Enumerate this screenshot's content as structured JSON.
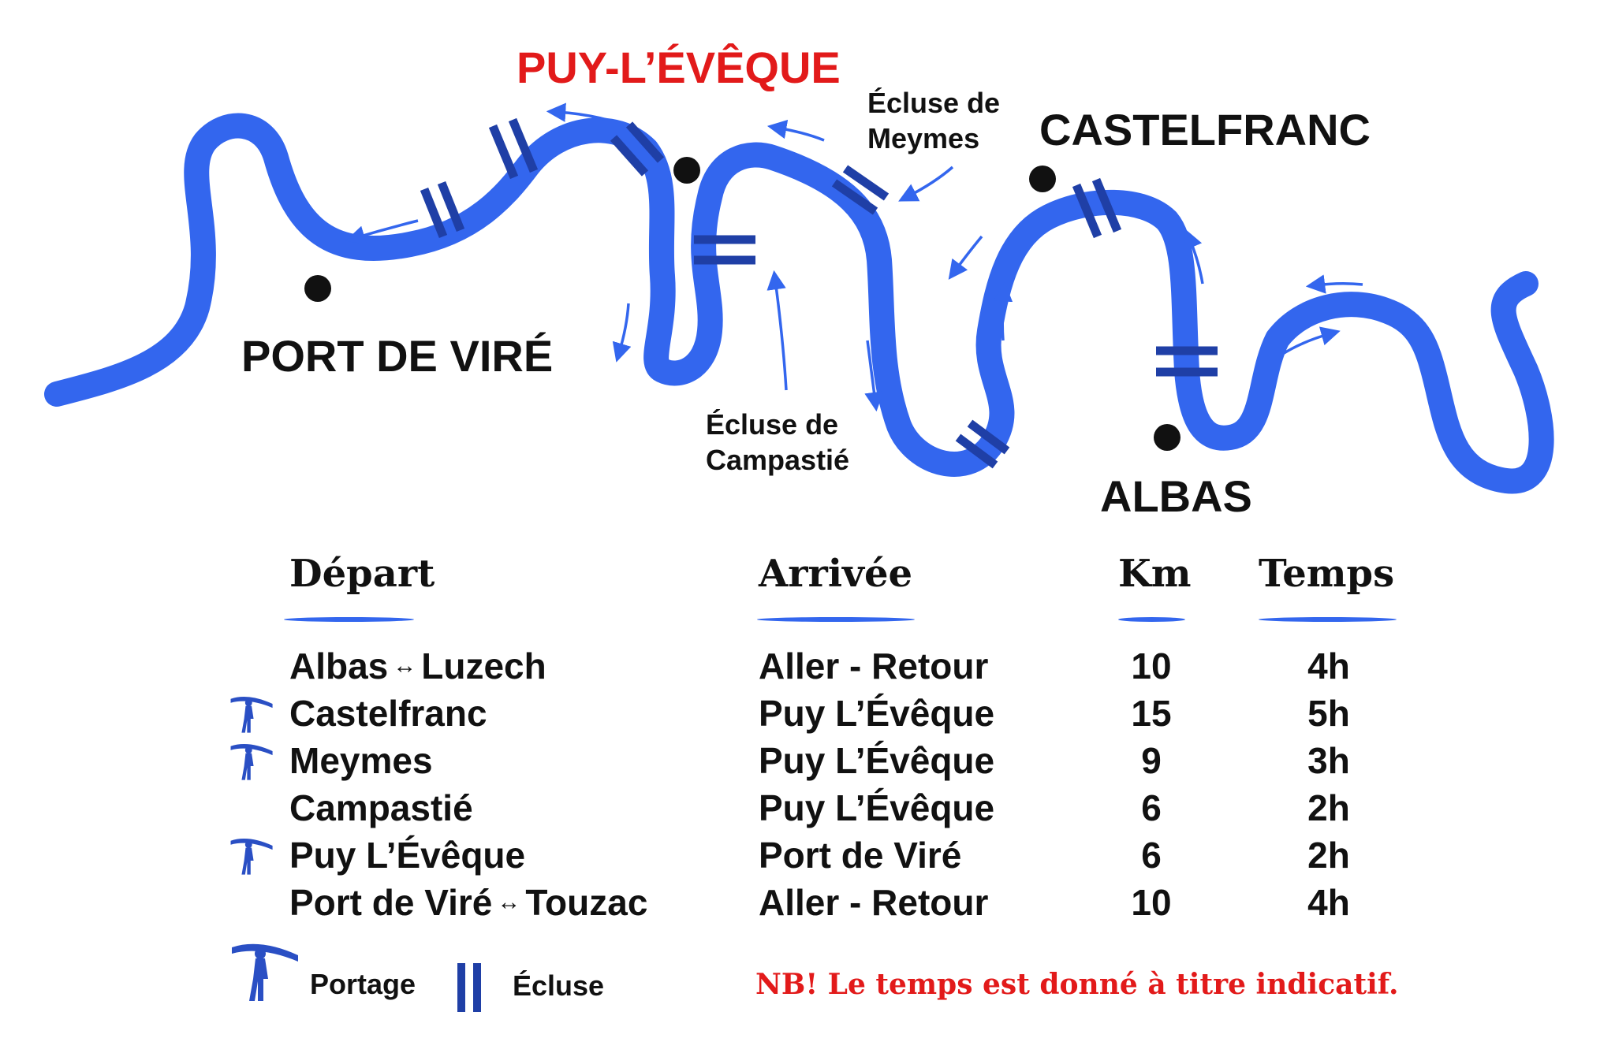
{
  "colors": {
    "river": "#3366ee",
    "lock": "#1f3fa6",
    "town_dot": "#111111",
    "accent_red": "#e21a1a",
    "portage": "#2a4fc4"
  },
  "places": {
    "puy_leveque": "PUY-L’ÉVÊQUE",
    "ecluse_meymes": "Écluse de\nMeymes",
    "castelfranc": "CASTELFRANC",
    "port_de_vire": "PORT DE VIRÉ",
    "ecluse_campastie": "Écluse de\nCampastié",
    "albas": "ALBAS"
  },
  "table": {
    "headers": {
      "depart": "Départ",
      "arrivee": "Arrivée",
      "km": "Km",
      "temps": "Temps"
    },
    "rows": [
      {
        "depart_a": "Albas",
        "depart_b": "Luzech",
        "two_way": true,
        "portage": false,
        "arrivee": "Aller - Retour",
        "km": "10",
        "temps": "4h"
      },
      {
        "depart_a": "Castelfranc",
        "depart_b": "",
        "two_way": false,
        "portage": true,
        "arrivee": "Puy L’Évêque",
        "km": "15",
        "temps": "5h"
      },
      {
        "depart_a": "Meymes",
        "depart_b": "",
        "two_way": false,
        "portage": true,
        "arrivee": "Puy L’Évêque",
        "km": "9",
        "temps": "3h"
      },
      {
        "depart_a": "Campastié",
        "depart_b": "",
        "two_way": false,
        "portage": false,
        "arrivee": "Puy L’Évêque",
        "km": "6",
        "temps": "2h"
      },
      {
        "depart_a": "Puy L’Évêque",
        "depart_b": "",
        "two_way": false,
        "portage": true,
        "arrivee": "Port de Viré",
        "km": "6",
        "temps": "2h"
      },
      {
        "depart_a": "Port de Viré",
        "depart_b": "Touzac",
        "two_way": true,
        "portage": false,
        "arrivee": "Aller - Retour",
        "km": "10",
        "temps": "4h"
      }
    ]
  },
  "legend": {
    "portage_label": "Portage",
    "ecluse_label": "Écluse",
    "portage_icon": "canoe-portage-icon",
    "ecluse_icon": "lock-double-bar-icon"
  },
  "note": "NB! Le temps est donné à titre indicatif."
}
